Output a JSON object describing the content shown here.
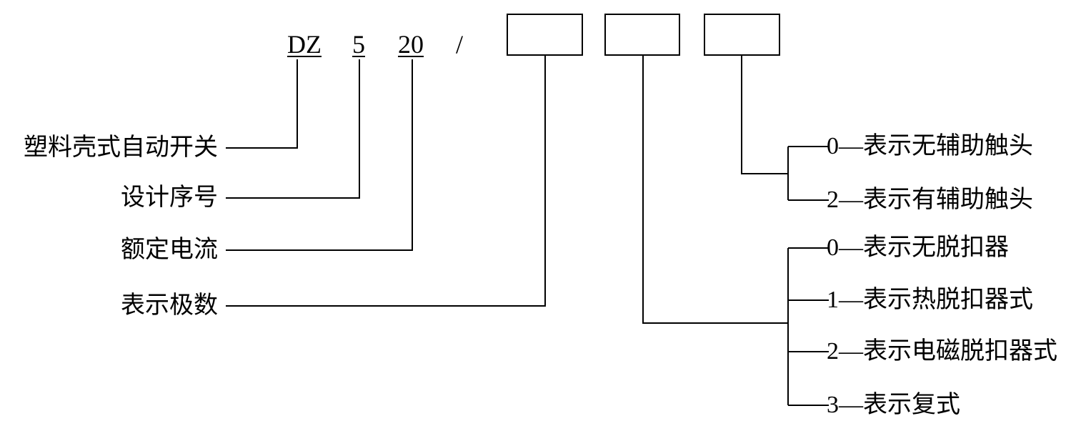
{
  "model_code": {
    "series": "DZ",
    "design_number": "5",
    "rated_current": "20",
    "separator": "/"
  },
  "left_labels": {
    "series": "塑料壳式自动开关",
    "design_number": "设计序号",
    "rated_current": "额定电流",
    "poles": "表示极数"
  },
  "aux_contact_options": [
    "0—表示无辅助触头",
    "2—表示有辅助触头"
  ],
  "release_options": [
    "0—表示无脱扣器",
    "1—表示热脱扣器式",
    "2—表示电磁脱扣器式",
    "3—表示复式"
  ]
}
